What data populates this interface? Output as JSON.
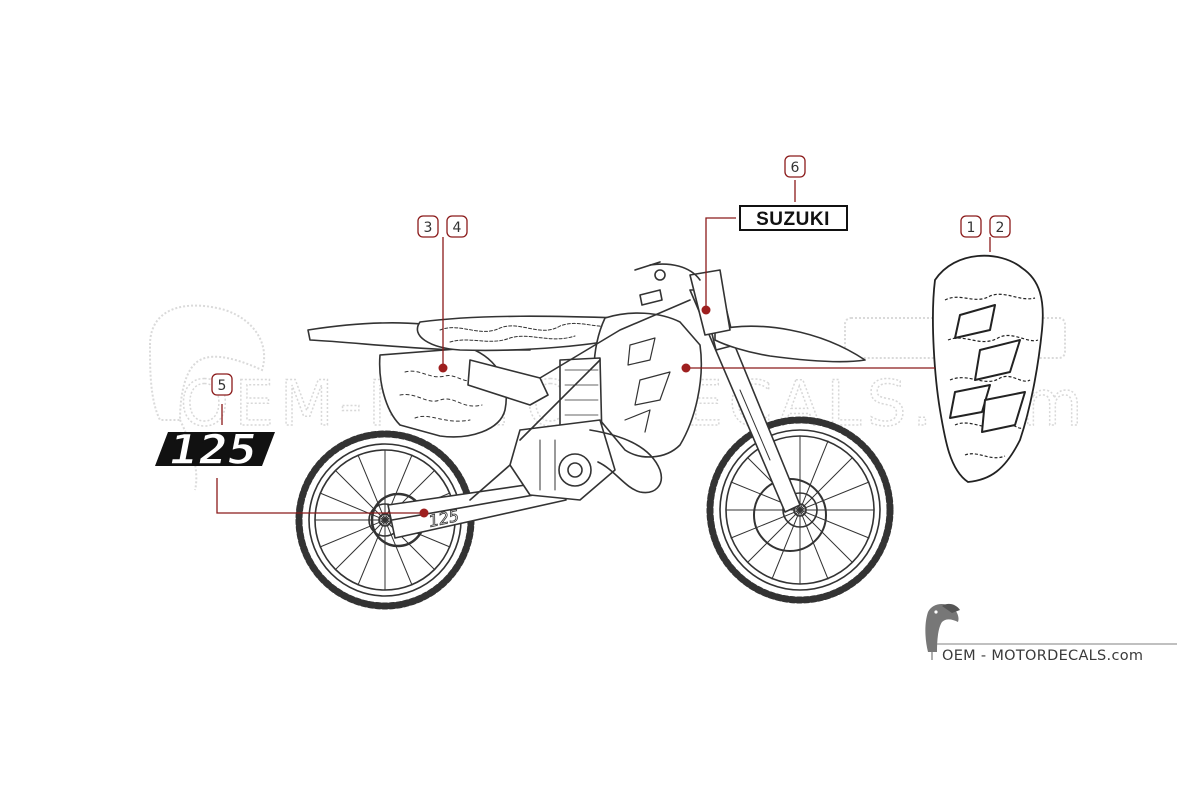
{
  "watermark": {
    "text": "OEM-MOTORDECALS.com"
  },
  "brand": {
    "text": "OEM - MOTORDECALS.com"
  },
  "decals": {
    "suzuki_logo": "SUZUKI",
    "number_plate": "125",
    "swingarm_text": "125"
  },
  "callouts": [
    {
      "number": "1",
      "part": "shroud-decal"
    },
    {
      "number": "2",
      "part": "shroud-decal"
    },
    {
      "number": "3",
      "part": "tank-decal"
    },
    {
      "number": "4",
      "part": "tank-decal"
    },
    {
      "number": "5",
      "part": "swingarm-decal"
    },
    {
      "number": "6",
      "part": "fork-decal"
    }
  ],
  "colors": {
    "callout_line": "#8b1a1a",
    "callout_dot": "#9e1f1f",
    "line_art": "#333333",
    "watermark": "#d4d4d4"
  }
}
